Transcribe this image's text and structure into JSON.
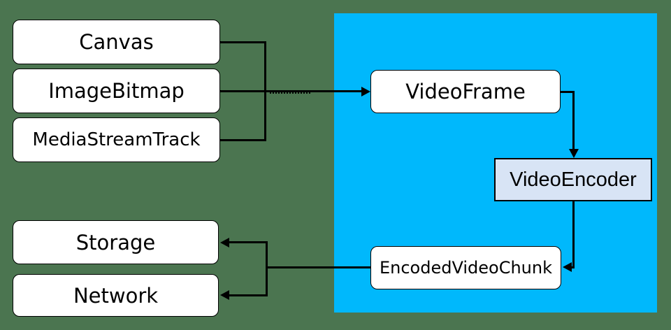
{
  "colors": {
    "background": "#4b7550",
    "panel": "#00b8fc",
    "node_fill": "#ffffff",
    "encoder_fill": "#d8e4f5",
    "line": "#000000"
  },
  "nodes": {
    "canvas": {
      "label": "Canvas"
    },
    "image_bitmap": {
      "label": "ImageBitmap"
    },
    "media_stream_track": {
      "label": "MediaStreamTrack"
    },
    "video_frame": {
      "label": "VideoFrame"
    },
    "video_encoder": {
      "label": "VideoEncoder"
    },
    "encoded_video_chunk": {
      "label": "EncodedVideoChunk"
    },
    "storage": {
      "label": "Storage"
    },
    "network": {
      "label": "Network"
    }
  },
  "edges": [
    {
      "from": [
        "Canvas",
        "ImageBitmap",
        "MediaStreamTrack"
      ],
      "to": "VideoFrame",
      "style": "solid-arrow"
    },
    {
      "from": "VideoFrame",
      "to": "VideoEncoder",
      "style": "solid-arrow"
    },
    {
      "from": "VideoEncoder",
      "to": "EncodedVideoChunk",
      "style": "solid-arrow"
    },
    {
      "from": "EncodedVideoChunk",
      "to": [
        "Storage",
        "Network"
      ],
      "style": "solid-arrow"
    }
  ]
}
